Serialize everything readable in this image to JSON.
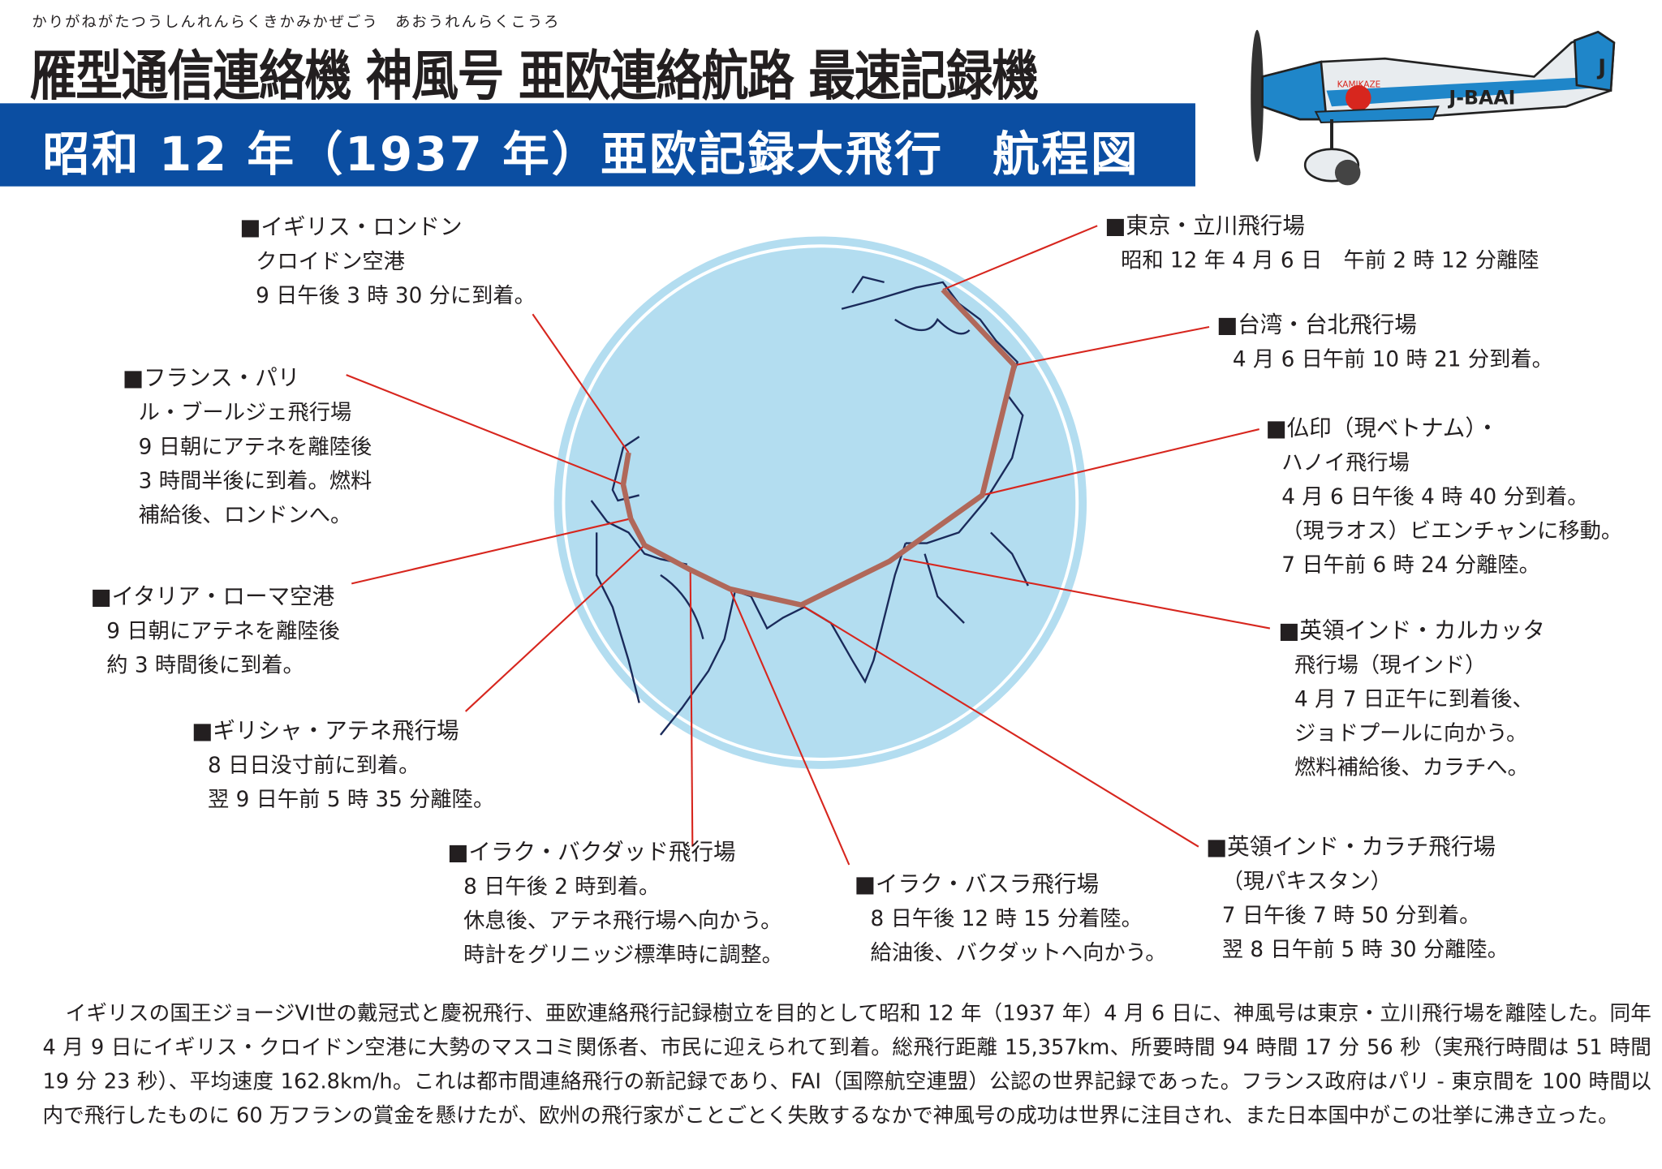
{
  "header": {
    "ruby": "かりがねがたつうしんれんらくきかみかぜごう　あおうれんらくこうろ",
    "title": "雁型通信連絡機 神風号 亜欧連絡航路 最速記録機",
    "subtitle": "昭和 12 年（1937 年）亜欧記録大飛行　航程図",
    "plane_registration": "J-BAAI",
    "plane_name": "KAMIKAZE",
    "tail_letter": "J"
  },
  "colors": {
    "band": "#0b4ea2",
    "globe": "#b3ddf0",
    "route": "#b0685a",
    "callout": "#d7261e",
    "coast": "#1a2a5a"
  },
  "stops": {
    "tokyo": {
      "title": "■東京・立川飛行場",
      "lines": [
        "昭和 12 年 4 月 6 日　午前 2 時 12 分離陸"
      ]
    },
    "taipei": {
      "title": "■台湾・台北飛行場",
      "lines": [
        "4 月 6 日午前 10 時 21 分到着。"
      ]
    },
    "hanoi": {
      "title": "■仏印（現ベトナム）・",
      "lines": [
        "ハノイ飛行場",
        "4 月 6 日午後 4 時 40 分到着。",
        "（現ラオス）ビエンチャンに移動。",
        "7 日午前 6 時 24 分離陸。"
      ]
    },
    "calcutta": {
      "title": "■英領インド・カルカッタ",
      "lines": [
        "飛行場（現インド）",
        "4 月 7 日正午に到着後、",
        "ジョドプールに向かう。",
        "燃料補給後、カラチへ。"
      ]
    },
    "karachi": {
      "title": "■英領インド・カラチ飛行場",
      "lines": [
        "（現パキスタン）",
        "7 日午後 7 時 50 分到着。",
        "翌 8 日午前 5 時 30 分離陸。"
      ]
    },
    "basra": {
      "title": "■イラク・バスラ飛行場",
      "lines": [
        "8 日午後 12 時 15 分着陸。",
        "給油後、バクダットへ向かう。"
      ]
    },
    "baghdad": {
      "title": "■イラク・バクダッド飛行場",
      "lines": [
        "8 日午後 2 時到着。",
        "休息後、アテネ飛行場へ向かう。",
        "時計をグリニッジ標準時に調整。"
      ]
    },
    "athens": {
      "title": "■ギリシャ・アテネ飛行場",
      "lines": [
        "8 日日没寸前に到着。",
        "翌 9 日午前 5 時 35 分離陸。"
      ]
    },
    "rome": {
      "title": "■イタリア・ローマ空港",
      "lines": [
        "9 日朝にアテネを離陸後",
        "約 3 時間後に到着。"
      ]
    },
    "paris": {
      "title": "■フランス・パリ",
      "lines": [
        "ル・ブールジェ飛行場",
        "9 日朝にアテネを離陸後",
        "3 時間半後に到着。燃料",
        "補給後、ロンドンへ。"
      ]
    },
    "london": {
      "title": "■イギリス・ロンドン",
      "lines": [
        "クロイドン空港",
        "9 日午後 3 時 30 分に到着。"
      ]
    }
  },
  "description": "イギリスの国王ジョージVI世の戴冠式と慶祝飛行、亜欧連絡飛行記録樹立を目的として昭和 12 年（1937 年）4 月 6 日に、神風号は東京・立川飛行場を離陸した。同年 4 月 9 日にイギリス・クロイドン空港に大勢のマスコミ関係者、市民に迎えられて到着。総飛行距離 15,357km、所要時間 94 時間 17 分 56 秒（実飛行時間は 51 時間 19 分 23 秒）、平均速度 162.8km/h。これは都市間連絡飛行の新記録であり、FAI（国際航空連盟）公認の世界記録であった。フランス政府はパリ - 東京間を 100 時間以内で飛行したものに 60 万フランの賞金を懸けたが、欧州の飛行家がことごとく失敗するなかで神風号の成功は世界に注目され、また日本国中がこの壮挙に沸き立った。"
}
